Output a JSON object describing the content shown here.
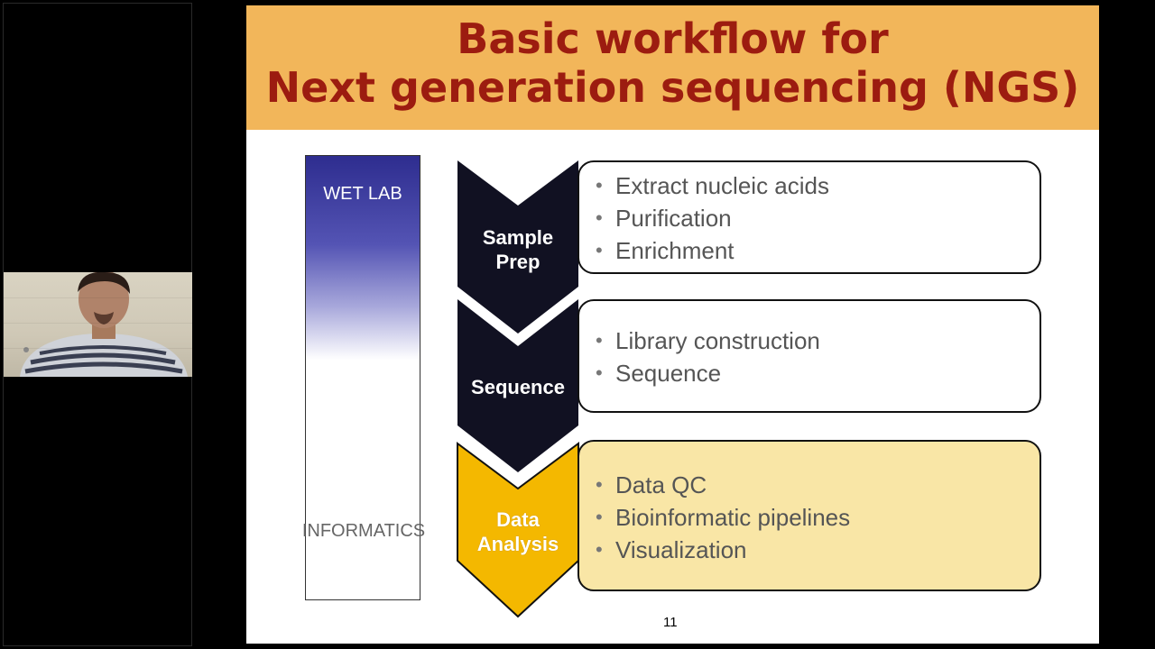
{
  "slide": {
    "title_line1": "Basic workflow for",
    "title_line2": "Next generation sequencing (NGS)",
    "bar": {
      "top_label": "WET LAB",
      "bottom_label": "INFORMATICS"
    },
    "steps": [
      {
        "label_line1": "Sample",
        "label_line2": "Prep",
        "bullets": [
          "Extract nucleic acids",
          "Purification",
          "Enrichment"
        ]
      },
      {
        "label_line1": "Sequence",
        "label_line2": "",
        "bullets": [
          "Library construction",
          "Sequence"
        ]
      },
      {
        "label_line1": "Data",
        "label_line2": "Analysis",
        "bullets": [
          "Data QC",
          "Bioinformatic pipelines",
          "Visualization"
        ]
      }
    ],
    "page_number": "11"
  },
  "colors": {
    "header_bg": "#f2b65a",
    "title_text": "#9c1c10",
    "chevron_dark": "#111122",
    "chevron_gold": "#f4b800",
    "highlight_box": "#f9e6a6"
  }
}
